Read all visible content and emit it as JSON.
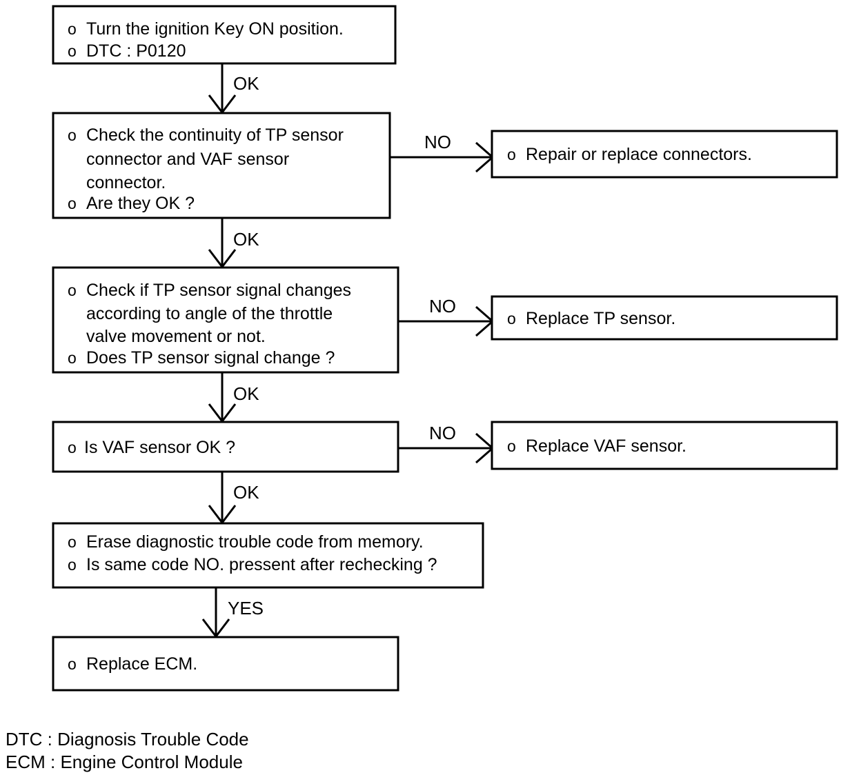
{
  "diagram": {
    "title": "DTC P0120 Diagnostic Flowchart",
    "type": "flowchart",
    "colors": {
      "background": "#ffffff",
      "line": "#000000",
      "text": "#000000"
    },
    "bullet": "o"
  },
  "nodes": {
    "start": {
      "id": "start",
      "lines": [
        "Turn the ignition Key ON position.",
        "DTC : P0120"
      ]
    },
    "check_continuity": {
      "id": "check_continuity",
      "lines": [
        "Check the continuity of TP sensor",
        "connector and VAF sensor",
        "connector.",
        "Are they OK ?"
      ],
      "bullet_lines": [
        0,
        3
      ]
    },
    "repair_connectors": {
      "id": "repair_connectors",
      "lines": [
        "Repair or replace connectors."
      ]
    },
    "check_tp_signal": {
      "id": "check_tp_signal",
      "lines": [
        "Check if TP sensor signal changes",
        "according to angle of the throttle",
        "valve movement or not.",
        "Does TP sensor signal change ?"
      ],
      "bullet_lines": [
        0,
        3
      ]
    },
    "replace_tp_sensor": {
      "id": "replace_tp_sensor",
      "lines": [
        "Replace TP sensor."
      ]
    },
    "check_vaf_sensor": {
      "id": "check_vaf_sensor",
      "lines": [
        "Is VAF sensor OK ?"
      ]
    },
    "replace_vaf_sensor": {
      "id": "replace_vaf_sensor",
      "lines": [
        "Replace VAF sensor."
      ]
    },
    "erase_dtc": {
      "id": "erase_dtc",
      "lines": [
        "Erase diagnostic trouble code from memory.",
        "Is same code NO. pressent after rechecking ?"
      ]
    },
    "replace_ecm": {
      "id": "replace_ecm",
      "lines": [
        "Replace ECM."
      ]
    }
  },
  "edges": {
    "start_to_continuity": {
      "label": "OK",
      "direction": "down"
    },
    "continuity_to_repair": {
      "label": "NO",
      "direction": "right"
    },
    "continuity_to_tp_signal": {
      "label": "OK",
      "direction": "down"
    },
    "tp_signal_to_replace_tp": {
      "label": "NO",
      "direction": "right"
    },
    "tp_signal_to_vaf": {
      "label": "OK",
      "direction": "down"
    },
    "vaf_to_replace_vaf": {
      "label": "NO",
      "direction": "right"
    },
    "vaf_to_erase": {
      "label": "OK",
      "direction": "down"
    },
    "erase_to_ecm": {
      "label": "YES",
      "direction": "down"
    }
  },
  "legend": {
    "items": [
      "DTC : Diagnosis Trouble Code",
      "ECM : Engine Control Module"
    ]
  }
}
